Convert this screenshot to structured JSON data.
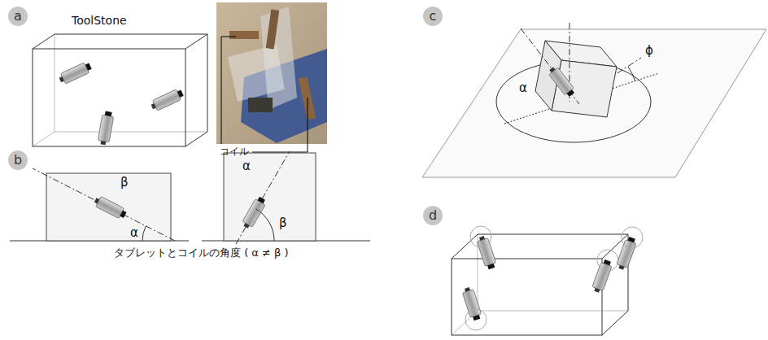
{
  "diagram": {
    "nodes": [
      {
        "text": [
          "a"
        ]
      },
      {
        "text": [
          "b"
        ]
      },
      {
        "text": [
          "c"
        ]
      },
      {
        "text": [
          "d"
        ]
      }
    ],
    "labels": [
      "ToolStone",
      "コイル",
      "β",
      "α",
      "α",
      "β",
      "タブレットとコイルの角度 ( α ≠ β )",
      "α",
      "ϕ"
    ]
  }
}
